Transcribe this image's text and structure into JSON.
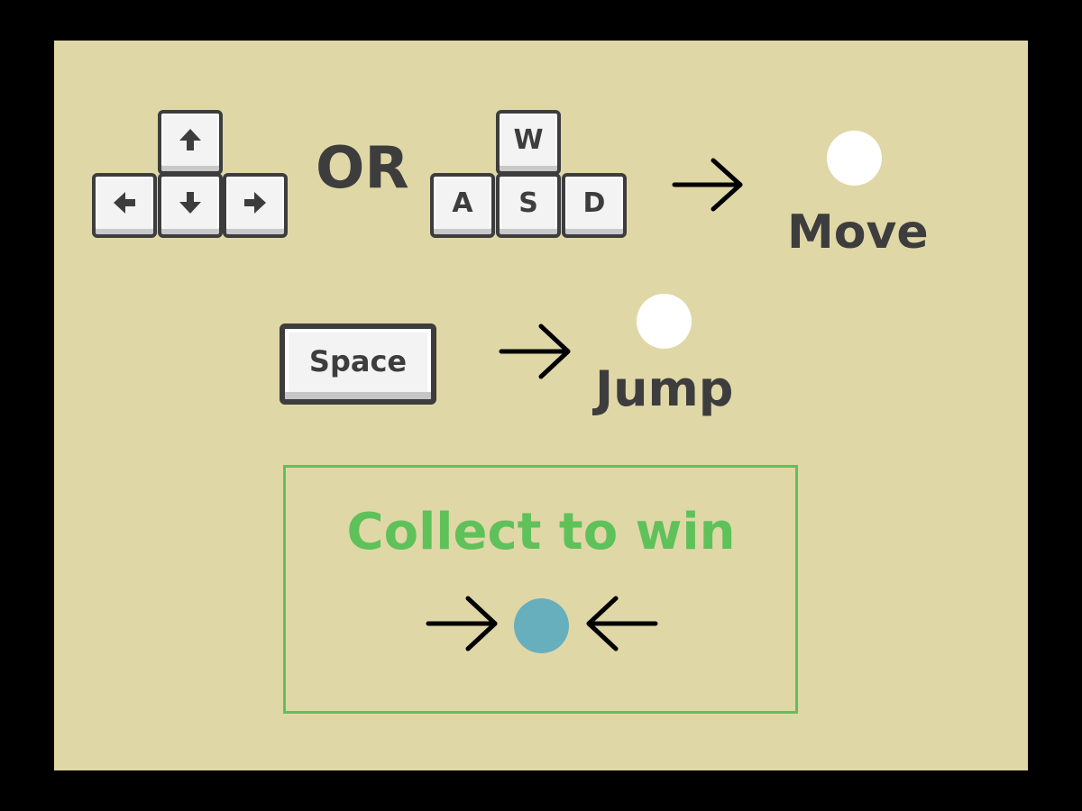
{
  "controls": {
    "arrow_keys": [
      {
        "name": "up",
        "glyph": "arrow-up-icon"
      },
      {
        "name": "left",
        "glyph": "arrow-left-icon"
      },
      {
        "name": "down",
        "glyph": "arrow-down-icon"
      },
      {
        "name": "right",
        "glyph": "arrow-right-icon"
      }
    ],
    "or_label": "OR",
    "wasd_keys": {
      "w": "W",
      "a": "A",
      "s": "S",
      "d": "D"
    },
    "move_label": "Move",
    "space_key": "Space",
    "jump_label": "Jump"
  },
  "goal": {
    "title": "Collect to win"
  },
  "colors": {
    "background": "#e0d7a7",
    "frame": "#000000",
    "text": "#3d3d3d",
    "player_dot": "#ffffff",
    "goal_accent": "#5fc15a",
    "collectible": "#67afbd"
  }
}
